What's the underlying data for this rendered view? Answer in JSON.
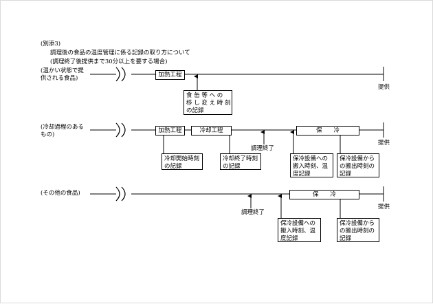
{
  "header": {
    "annex": "(別添3)",
    "title": "調理後の食品の温度管理に係る記録の取り方について",
    "subtitle": "(調理終了後提供まで30分以上を要する場合)"
  },
  "rows": [
    {
      "label": "(温かい状態で提\n供される食品)",
      "end_label": "提供",
      "stages": [
        "加熱工程"
      ],
      "records": [
        "食 缶 等 へ の\n移 し 変 え 時 刻\nの記録"
      ]
    },
    {
      "label": "(冷却過程のある\nもの)",
      "end_label": "提供",
      "stages": [
        "加熱工程",
        "冷却工程",
        "保　　冷"
      ],
      "marker": "調理終了",
      "records": [
        "冷却開始時刻\nの記録",
        "冷却終了時刻\nの記録",
        "保冷設備への\n搬入時刻、温\n度記録",
        "保冷設備から\nの搬出時刻の\n記録"
      ]
    },
    {
      "label": "(その他の食品)",
      "end_label": "提供",
      "stages": [
        "保　　冷"
      ],
      "marker": "調理終了",
      "records": [
        "保冷設備への\n搬入時刻、温\n度記録",
        "保冷設備から\nの搬出時刻の\n記録"
      ]
    }
  ]
}
